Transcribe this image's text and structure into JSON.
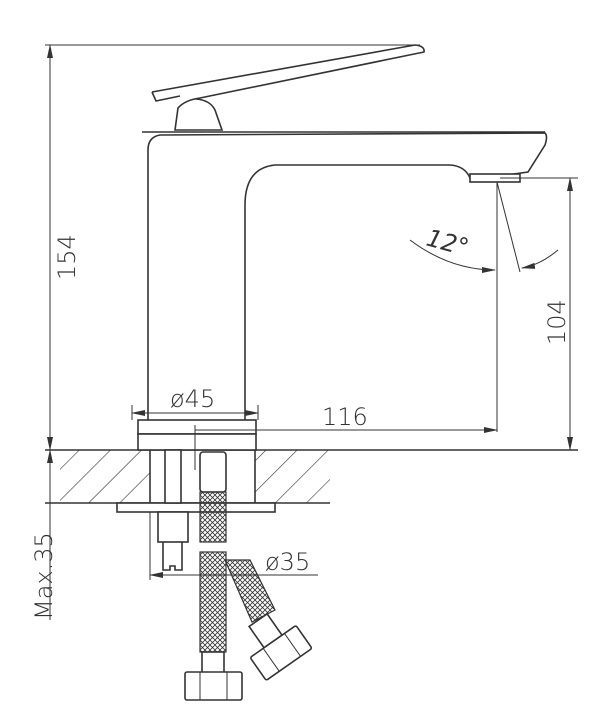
{
  "drawing": {
    "title": "Basin faucet dimension drawing",
    "dimensions": {
      "total_height": "154",
      "spout_height": "104",
      "spout_angle": "12°",
      "base_diameter": "ø45",
      "spout_reach": "116",
      "max_counter_thickness": "Max.35",
      "hole_diameter": "ø35"
    },
    "colors": {
      "line": "#333333",
      "background": "#ffffff"
    }
  }
}
